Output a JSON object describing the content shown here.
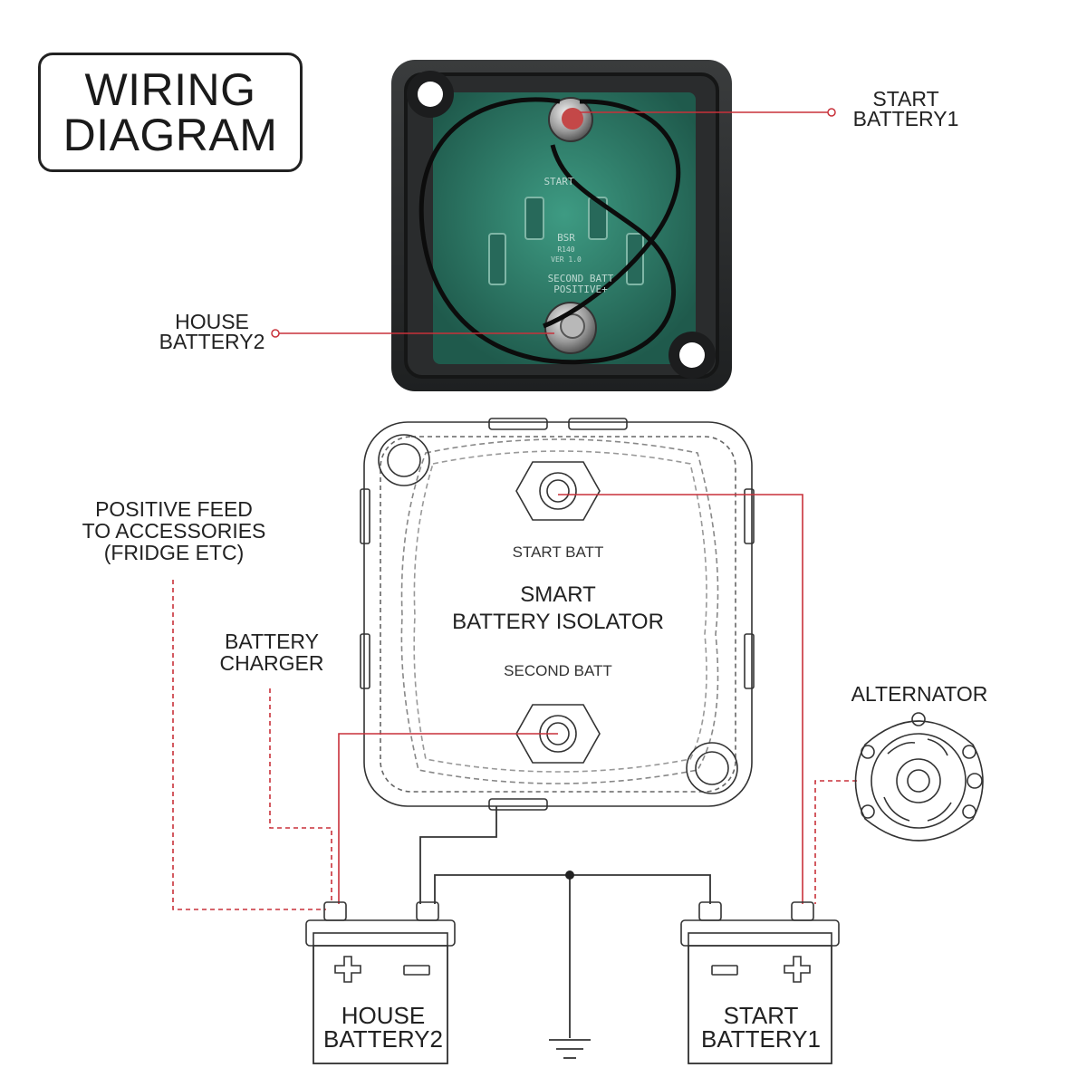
{
  "title": {
    "line1": "WIRING",
    "line2": "DIAGRAM"
  },
  "photo_callouts": {
    "start_battery": {
      "line1": "START",
      "line2": "BATTERY1"
    },
    "house_battery": {
      "line1": "HOUSE",
      "line2": "BATTERY2"
    }
  },
  "photo_board_text": {
    "top": "START",
    "model": "BSR",
    "rating": "R140",
    "version": "VER 1.0",
    "second_line1": "SECOND BATT",
    "second_line2": "POSITIVE+"
  },
  "isolator": {
    "start_terminal": "START BATT",
    "name_line1": "SMART",
    "name_line2": "BATTERY ISOLATOR",
    "second_terminal": "SECOND BATT"
  },
  "side_labels": {
    "positive_feed": {
      "line1": "POSITIVE FEED",
      "line2": "TO ACCESSORIES",
      "line3": "(FRIDGE ETC)"
    },
    "charger": {
      "line1": "BATTERY",
      "line2": "CHARGER"
    },
    "alternator": "ALTERNATOR"
  },
  "batteries": {
    "house": {
      "line1": "HOUSE",
      "line2": "BATTERY2",
      "left_symbol": "+",
      "right_symbol": "−"
    },
    "start": {
      "line1": "START",
      "line2": "BATTERY1",
      "left_symbol": "−",
      "right_symbol": "+"
    }
  },
  "colors": {
    "wire_red": "#c8313a",
    "outline": "#333333",
    "photo_case": "#2b2d2e",
    "photo_board": "#2f7a67"
  },
  "icons": [
    "isolator-photo",
    "smart-isolator-drawing",
    "alternator-icon",
    "ground-icon",
    "battery-icon"
  ]
}
